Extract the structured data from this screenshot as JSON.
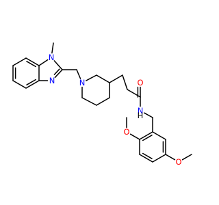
{
  "structure": {
    "atoms": [
      {
        "id": "methyl_n1",
        "label": ""
      },
      {
        "id": "n1",
        "label": "N"
      },
      {
        "id": "c2",
        "label": ""
      },
      {
        "id": "n3",
        "label": "N"
      },
      {
        "id": "c3a",
        "label": ""
      },
      {
        "id": "c7a",
        "label": ""
      },
      {
        "id": "b4",
        "label": ""
      },
      {
        "id": "b5",
        "label": ""
      },
      {
        "id": "b6",
        "label": ""
      },
      {
        "id": "b7",
        "label": ""
      },
      {
        "id": "ch2_link",
        "label": ""
      },
      {
        "id": "pip_n",
        "label": "N"
      },
      {
        "id": "p2",
        "label": ""
      },
      {
        "id": "p3",
        "label": ""
      },
      {
        "id": "p4",
        "label": ""
      },
      {
        "id": "p5",
        "label": ""
      },
      {
        "id": "p6",
        "label": ""
      },
      {
        "id": "chain1",
        "label": ""
      },
      {
        "id": "chain2",
        "label": ""
      },
      {
        "id": "carbonyl_c",
        "label": ""
      },
      {
        "id": "carbonyl_o",
        "label": "O"
      },
      {
        "id": "amide_n",
        "label": "N"
      },
      {
        "id": "amide_h",
        "label": "H"
      },
      {
        "id": "benzyl_ch2",
        "label": ""
      },
      {
        "id": "r1",
        "label": ""
      },
      {
        "id": "r2",
        "label": ""
      },
      {
        "id": "r3",
        "label": ""
      },
      {
        "id": "r4",
        "label": ""
      },
      {
        "id": "r5",
        "label": ""
      },
      {
        "id": "r6",
        "label": ""
      },
      {
        "id": "o_ortho",
        "label": "O"
      },
      {
        "id": "me_ortho",
        "label": ""
      },
      {
        "id": "o_para",
        "label": "O"
      },
      {
        "id": "me_para",
        "label": ""
      }
    ],
    "atom_colors": {
      "N": "#0000ff",
      "O": "#ff0000",
      "H": "#000000",
      "bond": "#000000"
    }
  }
}
